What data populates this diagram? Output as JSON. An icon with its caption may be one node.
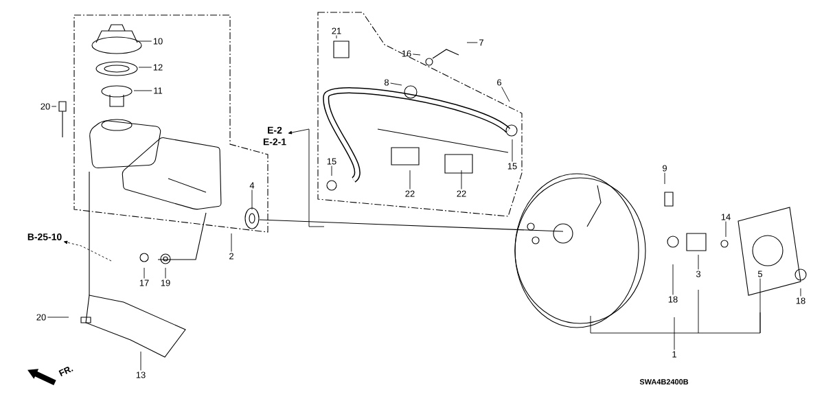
{
  "diagram": {
    "nodes": [
      {
        "text": [
          "10"
        ]
      },
      {
        "text": [
          "12"
        ]
      },
      {
        "text": [
          "11"
        ]
      },
      {
        "text": [
          "20"
        ]
      },
      {
        "text": [
          "E-2",
          "E-2-1"
        ]
      },
      {
        "text": [
          "15"
        ]
      },
      {
        "text": [
          "21"
        ]
      },
      {
        "text": [
          "16"
        ]
      },
      {
        "text": [
          "7"
        ]
      },
      {
        "text": [
          "8"
        ]
      },
      {
        "text": [
          "6"
        ]
      },
      {
        "text": [
          "15"
        ]
      },
      {
        "text": [
          "22"
        ]
      },
      {
        "text": [
          "22"
        ]
      },
      {
        "text": [
          "4"
        ]
      },
      {
        "text": [
          "2"
        ]
      },
      {
        "text": [
          "B-25-10"
        ]
      },
      {
        "text": [
          "17"
        ]
      },
      {
        "text": [
          "19"
        ]
      },
      {
        "text": [
          "20"
        ]
      },
      {
        "text": [
          "13"
        ]
      },
      {
        "text": [
          "9"
        ]
      },
      {
        "text": [
          "14"
        ]
      },
      {
        "text": [
          "18"
        ]
      },
      {
        "text": [
          "3"
        ]
      },
      {
        "text": [
          "5"
        ]
      },
      {
        "text": [
          "18"
        ]
      },
      {
        "text": [
          "1"
        ]
      }
    ],
    "edges": [
      {
        "from": 0,
        "to": null,
        "arrow": "none"
      },
      {
        "from": 1,
        "to": null,
        "arrow": "none"
      },
      {
        "from": 2,
        "to": null,
        "arrow": "none"
      },
      {
        "from": 3,
        "to": null,
        "arrow": "none"
      },
      {
        "from": null,
        "to": 4,
        "arrow": "to"
      },
      {
        "from": 5,
        "to": null,
        "arrow": "none"
      },
      {
        "from": 6,
        "to": null,
        "arrow": "none"
      },
      {
        "from": 7,
        "to": null,
        "arrow": "none"
      },
      {
        "from": 8,
        "to": null,
        "arrow": "none"
      },
      {
        "from": 9,
        "to": null,
        "arrow": "none"
      },
      {
        "from": 10,
        "to": null,
        "arrow": "none"
      },
      {
        "from": 11,
        "to": null,
        "arrow": "none"
      },
      {
        "from": 12,
        "to": null,
        "arrow": "none"
      },
      {
        "from": 13,
        "to": null,
        "arrow": "none"
      },
      {
        "from": 14,
        "to": null,
        "arrow": "none"
      },
      {
        "from": 15,
        "to": null,
        "arrow": "none"
      },
      {
        "from": null,
        "to": 16,
        "arrow": "to",
        "style": "dashed"
      },
      {
        "from": 17,
        "to": null,
        "arrow": "none"
      },
      {
        "from": 18,
        "to": null,
        "arrow": "none"
      },
      {
        "from": 19,
        "to": null,
        "arrow": "none"
      },
      {
        "from": 20,
        "to": null,
        "arrow": "none"
      },
      {
        "from": 21,
        "to": null,
        "arrow": "none"
      },
      {
        "from": 22,
        "to": null,
        "arrow": "none"
      },
      {
        "from": 23,
        "to": null,
        "arrow": "none"
      },
      {
        "from": 24,
        "to": null,
        "arrow": "none"
      },
      {
        "from": 25,
        "to": null,
        "arrow": "none"
      },
      {
        "from": 26,
        "to": null,
        "arrow": "none"
      },
      {
        "from": 27,
        "to": null,
        "arrow": "none"
      }
    ],
    "labels": [
      "FR.",
      "SWA4B2400B"
    ]
  }
}
